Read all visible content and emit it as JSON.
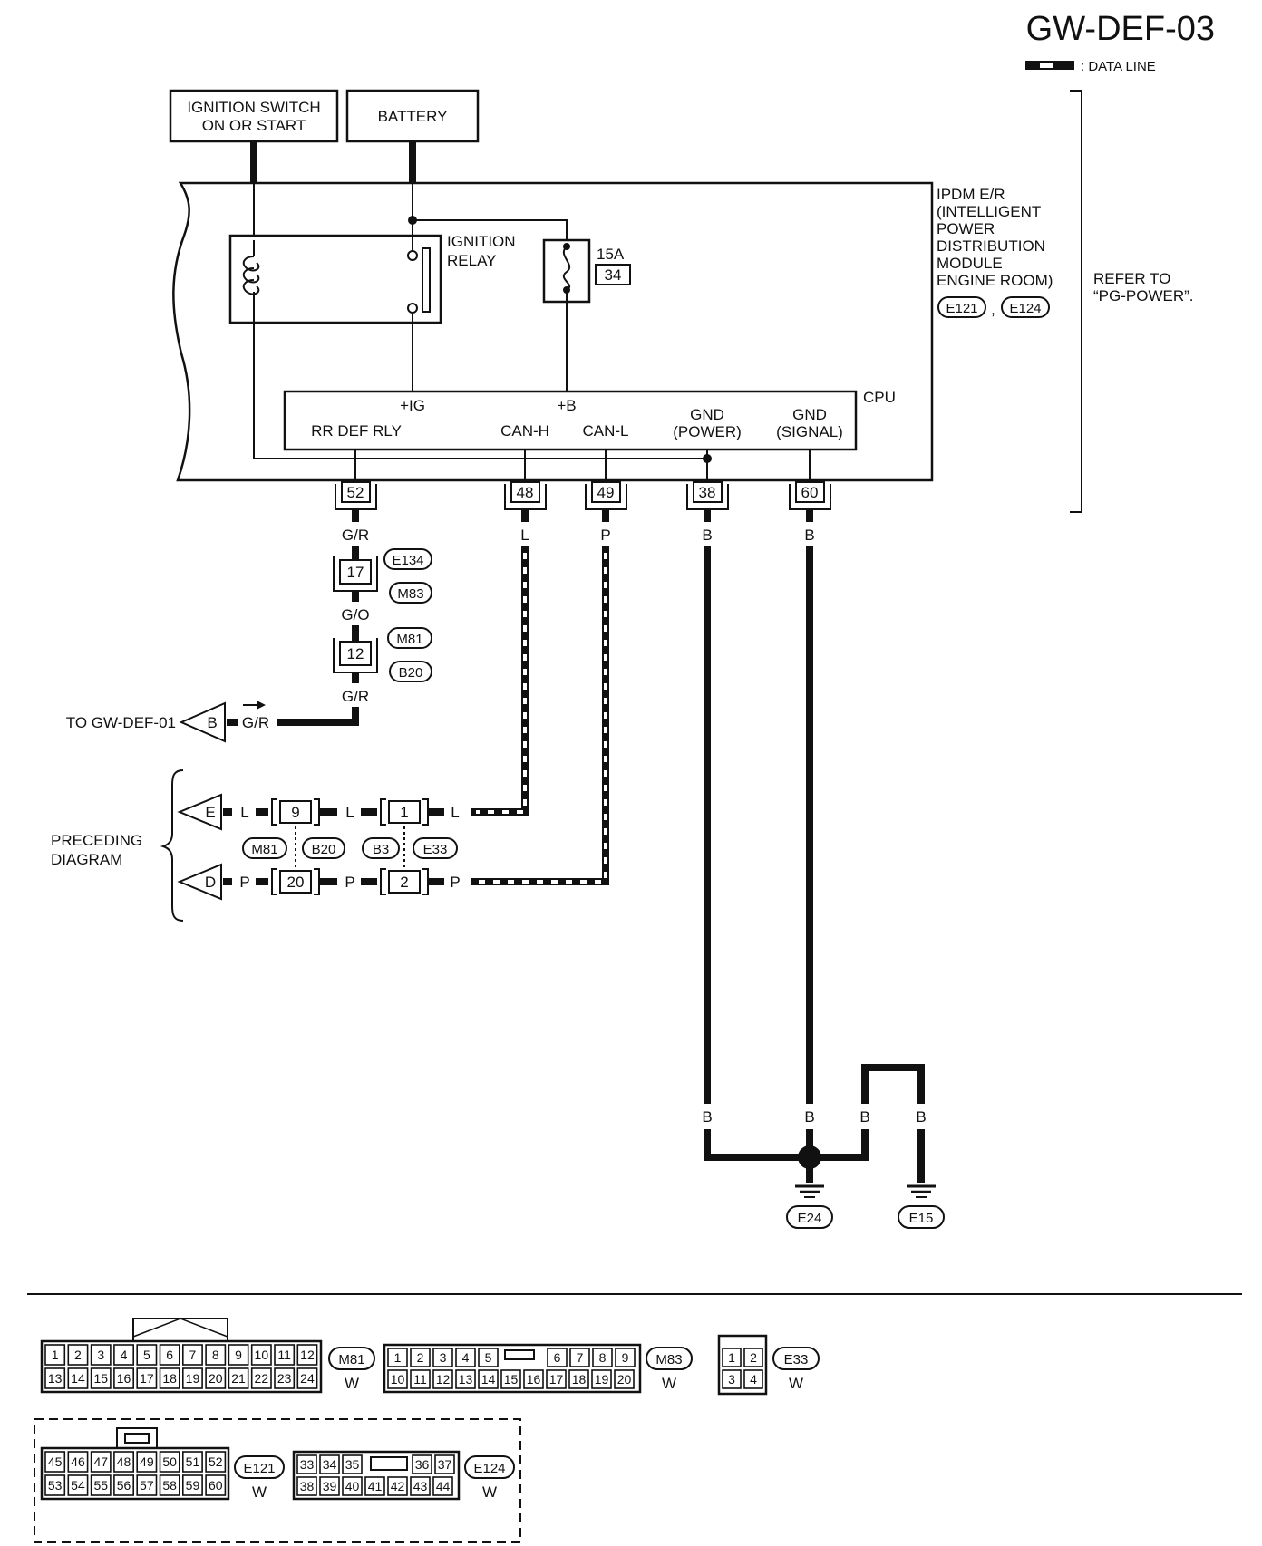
{
  "page": {
    "code": "GW-DEF-03"
  },
  "legend": {
    "data_line": ": DATA LINE"
  },
  "sources": {
    "ignition_switch_line1": "IGNITION SWITCH",
    "ignition_switch_line2": "ON OR START",
    "battery": "BATTERY"
  },
  "ipdm": {
    "lines": [
      "IPDM E/R",
      "(INTELLIGENT",
      "POWER",
      "DISTRIBUTION",
      "MODULE",
      "ENGINE ROOM)"
    ],
    "connectors": [
      "E121",
      "E124"
    ],
    "comma": ","
  },
  "refer": {
    "line1": "REFER TO",
    "line2": "“PG-POWER”."
  },
  "relay": {
    "line1": "IGNITION",
    "line2": "RELAY"
  },
  "fuse": {
    "rating": "15A",
    "number": "34"
  },
  "cpu": {
    "label": "CPU",
    "ig": "+IG",
    "b": "+B",
    "rr_def_rly": "RR DEF RLY",
    "can_h": "CAN-H",
    "can_l": "CAN-L",
    "gnd_power_1": "GND",
    "gnd_power_2": "(POWER)",
    "gnd_signal_1": "GND",
    "gnd_signal_2": "(SIGNAL)"
  },
  "terminals": [
    "52",
    "48",
    "49",
    "38",
    "60"
  ],
  "wire_colors": {
    "t52": "G/R",
    "t48": "L",
    "t49": "P",
    "t38": "B",
    "t60": "B",
    "mid1": "G/O",
    "mid2": "G/R",
    "to_out": "G/R",
    "arrow_b": "B"
  },
  "inline_connectors": {
    "c17": "17",
    "c17_tags": [
      "E134",
      "M83"
    ],
    "c12": "12",
    "c12_tags": [
      "M81",
      "B20"
    ]
  },
  "to_gw": "TO GW-DEF-01",
  "preceding": {
    "line1": "PRECEDING",
    "line2": "DIAGRAM",
    "e_letter": "E",
    "d_letter": "D",
    "c9": "9",
    "c1": "1",
    "c20": "20",
    "c2": "2",
    "wire_l": "L",
    "wire_p": "P",
    "tags": [
      "M81",
      "B20",
      "B3",
      "E33"
    ]
  },
  "grounds": {
    "wire_b": "B",
    "g1": "E24",
    "g2": "E15"
  },
  "connector_views": {
    "m81": {
      "tag": "M81",
      "color": "W",
      "row1": [
        "1",
        "2",
        "3",
        "4",
        "5",
        "6",
        "7",
        "8",
        "9",
        "10",
        "11",
        "12"
      ],
      "row2": [
        "13",
        "14",
        "15",
        "16",
        "17",
        "18",
        "19",
        "20",
        "21",
        "22",
        "23",
        "24"
      ]
    },
    "m83": {
      "tag": "M83",
      "color": "W",
      "row1a": [
        "1",
        "2",
        "3",
        "4",
        "5"
      ],
      "row1b": [
        "6",
        "7",
        "8",
        "9"
      ],
      "row2": [
        "10",
        "11",
        "12",
        "13",
        "14",
        "15",
        "16",
        "17",
        "18",
        "19",
        "20"
      ]
    },
    "e33": {
      "tag": "E33",
      "color": "W",
      "row1": [
        "1",
        "2"
      ],
      "row2": [
        "3",
        "4"
      ]
    },
    "e121": {
      "tag": "E121",
      "color": "W",
      "row1": [
        "45",
        "46",
        "47",
        "48",
        "49",
        "50",
        "51",
        "52"
      ],
      "row2": [
        "53",
        "54",
        "55",
        "56",
        "57",
        "58",
        "59",
        "60"
      ]
    },
    "e124": {
      "tag": "E124",
      "color": "W",
      "row1a": [
        "33",
        "34",
        "35"
      ],
      "row1b": [
        "36",
        "37"
      ],
      "row2": [
        "38",
        "39",
        "40",
        "41",
        "42",
        "43",
        "44"
      ]
    }
  }
}
